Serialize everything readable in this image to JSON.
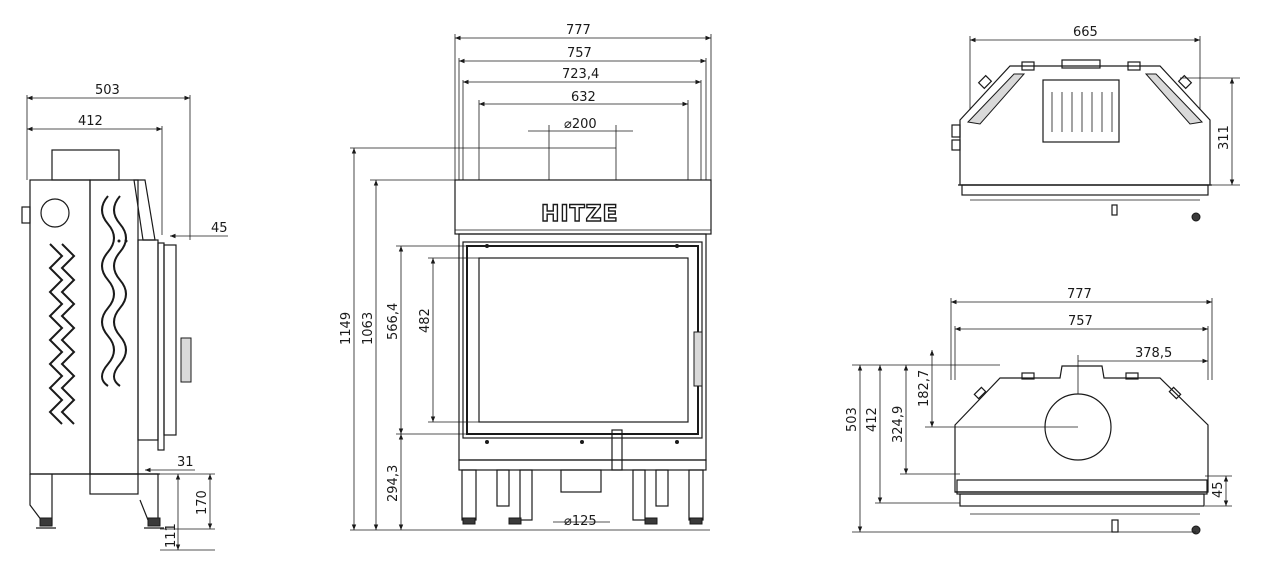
{
  "brand_logo_text": "HITZE",
  "side_view": {
    "depth_total": "503",
    "depth_body": "412",
    "door_offset": "45",
    "bottom_offset": "31",
    "base_height": "170",
    "foot_height": "111"
  },
  "front_view": {
    "width_total": "777",
    "width_inner": "757",
    "width_frame": "723,4",
    "width_glass": "632",
    "flue_diameter": "200",
    "height_total": "1149",
    "height_body": "1063",
    "height_door": "566,4",
    "height_glass": "482",
    "height_base": "294,3",
    "air_inlet_diameter": "125"
  },
  "top_view_upper": {
    "width": "665",
    "depth": "311"
  },
  "top_view_lower": {
    "width_total": "777",
    "width_inner": "757",
    "half_width": "378,5",
    "depth_total": "503",
    "depth_body": "412",
    "flue_offset": "324,9",
    "flue_center": "182,7",
    "front_offset": "45"
  }
}
